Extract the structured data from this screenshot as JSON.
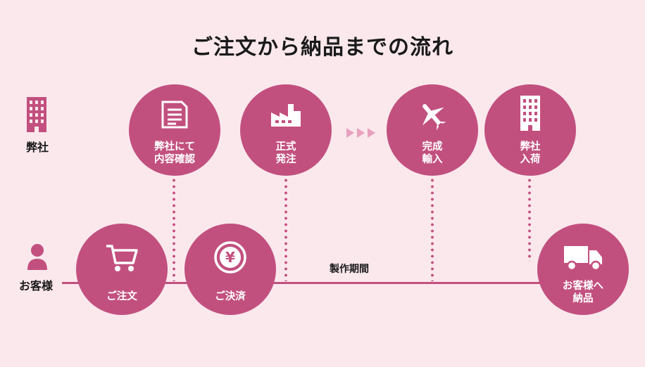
{
  "title": "ご注文から納品までの流れ",
  "lanes": {
    "company": {
      "label": "弊社",
      "icon": "building-icon"
    },
    "customer": {
      "label": "お客様",
      "icon": "person-icon"
    }
  },
  "company_steps": [
    {
      "label": "弊社にて\n内容確認",
      "icon": "document-icon"
    },
    {
      "label": "正式\n発注",
      "icon": "factory-icon"
    },
    {
      "label": "完成\n輸入",
      "icon": "airplane-icon"
    },
    {
      "label": "弊社\n入荷",
      "icon": "building-icon"
    }
  ],
  "customer_steps": [
    {
      "label": "ご注文",
      "icon": "shopping-cart-icon"
    },
    {
      "label": "ご決済",
      "icon": "yen-coin-icon"
    },
    {
      "label": "お客様へ\n納品",
      "icon": "delivery-truck-icon"
    }
  ],
  "period_label": "製作期間",
  "colors": {
    "accent": "#c2507f",
    "background": "#fbe8ed"
  }
}
